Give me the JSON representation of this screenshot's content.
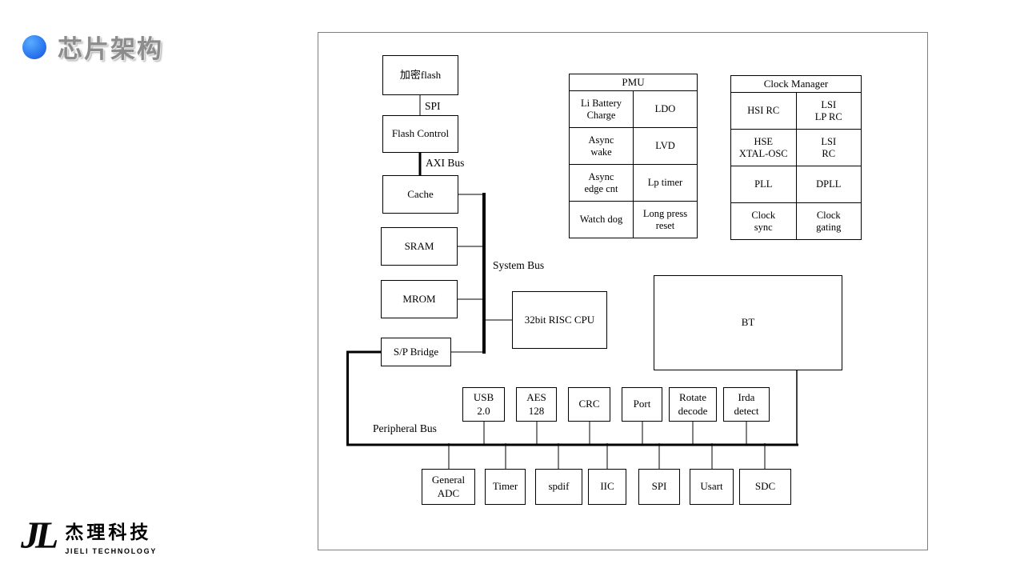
{
  "colors": {
    "accent_blue": "#2e7bf0",
    "title_gray": "#8c8c8c"
  },
  "slide": {
    "title": "芯片架构"
  },
  "logo": {
    "monogram": "JL",
    "company_cn": "杰理科技",
    "company_en": "JIELI TECHNOLOGY"
  },
  "diagram": {
    "blocks": {
      "enc_flash": "加密flash",
      "flash_control": "Flash Control",
      "cache": "Cache",
      "sram": "SRAM",
      "mrom": "MROM",
      "sp_bridge": "S/P Bridge",
      "cpu": "32bit RISC CPU",
      "bt": "BT"
    },
    "labels": {
      "spi": "SPI",
      "axi": "AXI Bus",
      "system_bus": "System Bus",
      "peripheral_bus": "Peripheral Bus"
    },
    "pmu": {
      "title": "PMU",
      "rows": [
        [
          "Li Battery\nCharge",
          "LDO"
        ],
        [
          "Async\nwake",
          "LVD"
        ],
        [
          "Async\nedge cnt",
          "Lp timer"
        ],
        [
          "Watch dog",
          "Long press\nreset"
        ]
      ]
    },
    "clock_manager": {
      "title": "Clock Manager",
      "rows": [
        [
          "HSI RC",
          "LSI\nLP RC"
        ],
        [
          "HSE\nXTAL-OSC",
          "LSI\nRC"
        ],
        [
          "PLL",
          "DPLL"
        ],
        [
          "Clock\nsync",
          "Clock\ngating"
        ]
      ]
    },
    "peripherals_top": [
      "USB\n2.0",
      "AES\n128",
      "CRC",
      "Port",
      "Rotate\ndecode",
      "Irda\ndetect"
    ],
    "peripherals_bottom": [
      "General\nADC",
      "Timer",
      "spdif",
      "IIC",
      "SPI",
      "Usart",
      "SDC"
    ]
  }
}
